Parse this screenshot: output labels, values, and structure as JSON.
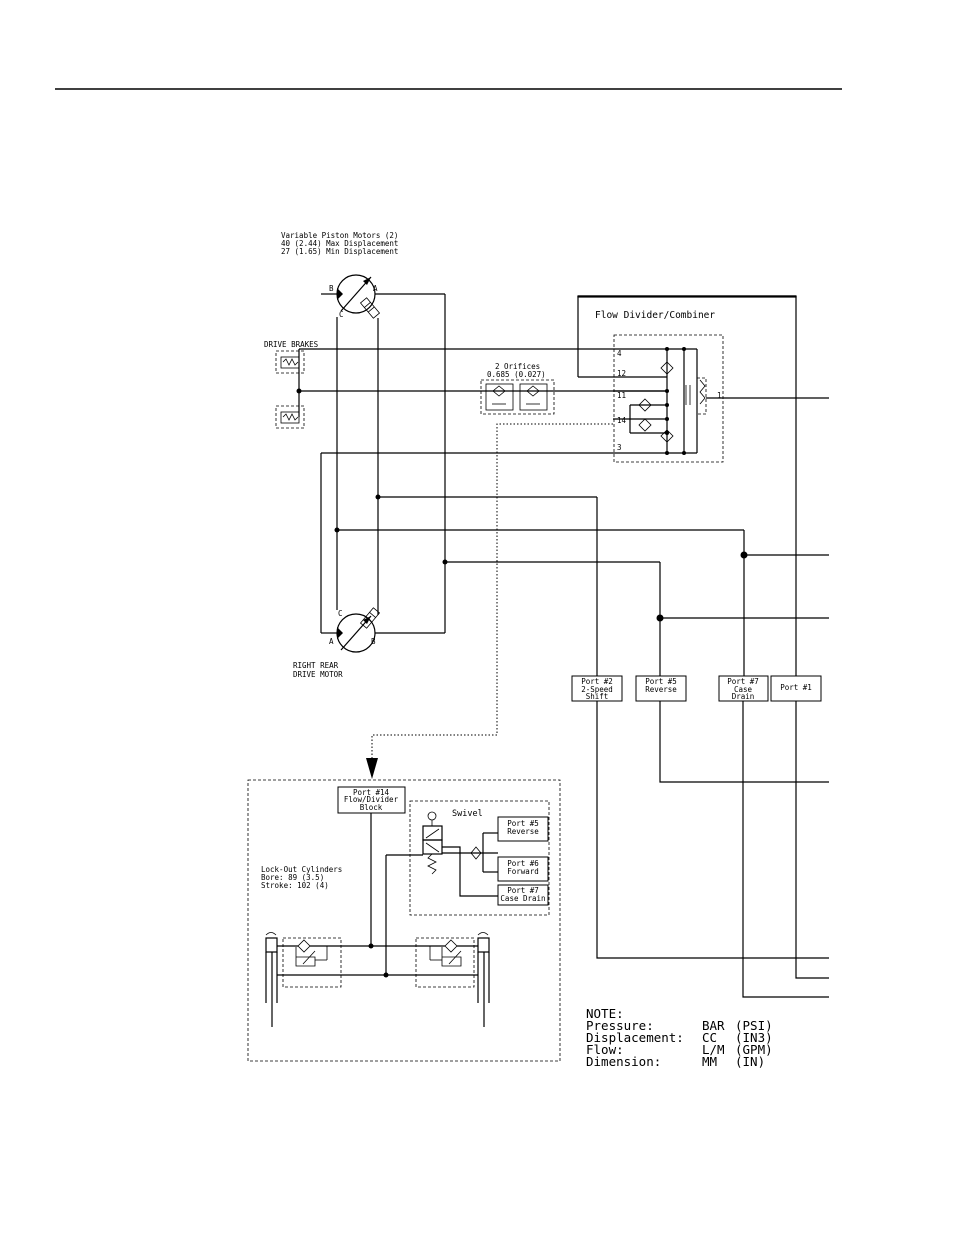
{
  "labels": {
    "motors_line1": "Variable Piston Motors (2)",
    "motors_line2": "40 (2.44) Max Displacement",
    "motors_line3": "27 (1.65) Min Displacement",
    "drive_brakes": "DRIVE BRAKES",
    "flow_divider": "Flow Divider/Combiner",
    "orifices_line1": "2 Orifices",
    "orifices_line2": "0.685 (0.027)",
    "right_rear_1": "RIGHT REAR",
    "right_rear_2": "DRIVE MOTOR",
    "swivel": "Swivel",
    "lockout_1": "Lock-Out Cylinders",
    "lockout_2": "Bore: 89 (3.5)",
    "lockout_3": "Stroke: 102 (4)"
  },
  "motor_ports": {
    "a": "A",
    "b": "B",
    "c": "C"
  },
  "block_ports": {
    "p4": "4",
    "p12": "12",
    "p11": "11",
    "p14": "14",
    "p3": "3",
    "p1": "1"
  },
  "port_boxes": {
    "port2": [
      "Port #2",
      "2-Speed",
      "Shift"
    ],
    "port5": [
      "Port #5",
      "Reverse"
    ],
    "port7": [
      "Port #7",
      "Case",
      "Drain"
    ],
    "port1": [
      "Port #1"
    ],
    "port14": [
      "Port #14",
      "Flow/Divider",
      "Block"
    ],
    "swivel_port5": [
      "Port #5",
      "Reverse"
    ],
    "swivel_port6": [
      "Port #6",
      "Forward"
    ],
    "swivel_port7": [
      "Port #7",
      "Case Drain"
    ]
  },
  "note": {
    "title": "NOTE:",
    "rows": [
      [
        "Pressure:",
        "BAR",
        "(PSI)"
      ],
      [
        "Displacement:",
        "CC",
        "(IN3)"
      ],
      [
        "Flow:",
        "L/M",
        "(GPM)"
      ],
      [
        "Dimension:",
        "MM",
        "(IN)"
      ]
    ]
  }
}
